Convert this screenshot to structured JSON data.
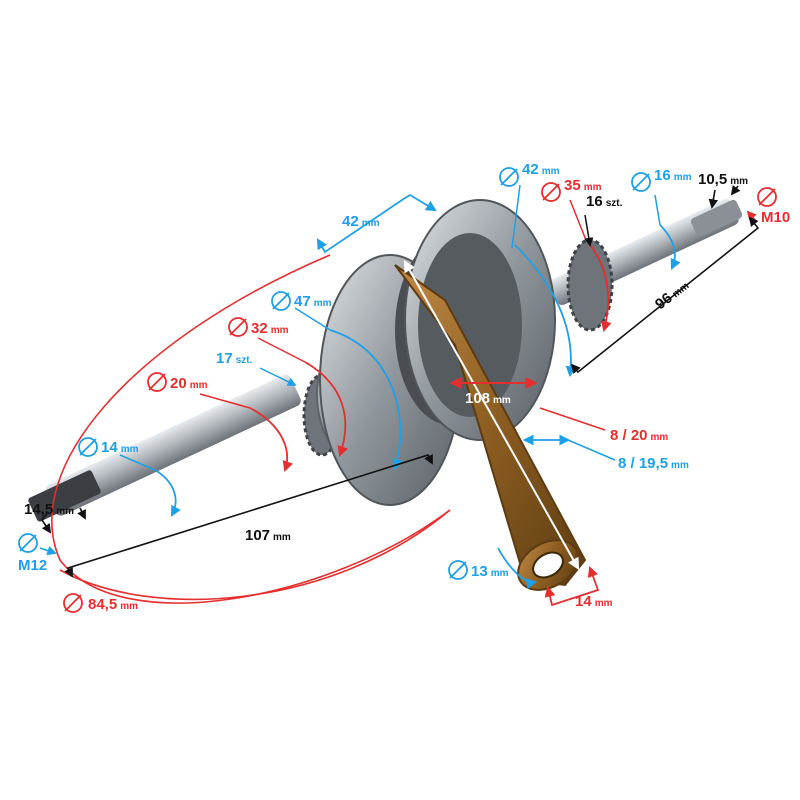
{
  "colors": {
    "blue": "#1ea0e6",
    "red": "#e62e2e",
    "black": "#111111",
    "steel": "#a7adb3",
    "bronze": "#9a6a2c"
  },
  "dimensions": {
    "bearing_left_width": {
      "value": "42",
      "unit": "mm"
    },
    "bearing_right_diameter": {
      "value": "42",
      "unit": "mm"
    },
    "right_sprocket_diameter": {
      "value": "35",
      "unit": "mm"
    },
    "right_sprocket_teeth": {
      "value": "16",
      "unit": "szt."
    },
    "right_shaft_diameter": {
      "value": "16",
      "unit": "mm"
    },
    "right_taper_length": {
      "value": "10,5",
      "unit": "mm"
    },
    "right_thread": {
      "value": "M10"
    },
    "right_shaft_length": {
      "value": "96",
      "unit": "mm"
    },
    "left_bearing_diameter": {
      "value": "47",
      "unit": "mm"
    },
    "left_sprocket_diameter": {
      "value": "32",
      "unit": "mm"
    },
    "left_sprocket_teeth": {
      "value": "17",
      "unit": "szt."
    },
    "left_journal_diameter": {
      "value": "20",
      "unit": "mm"
    },
    "left_shaft_diameter": {
      "value": "14",
      "unit": "mm"
    },
    "left_thread_length": {
      "value": "14,5",
      "unit": "mm"
    },
    "left_thread": {
      "value": "M12"
    },
    "left_shaft_length": {
      "value": "107",
      "unit": "mm"
    },
    "left_end_diameter": {
      "value": "84,5",
      "unit": "mm"
    },
    "conrod_length": {
      "value": "108",
      "unit": "mm"
    },
    "keyway_red": {
      "value": "8 / 20",
      "unit": "mm"
    },
    "keyway_blue": {
      "value": "8 / 19,5",
      "unit": "mm"
    },
    "small_end_diameter": {
      "value": "13",
      "unit": "mm"
    },
    "small_end_width": {
      "value": "14",
      "unit": "mm"
    }
  }
}
